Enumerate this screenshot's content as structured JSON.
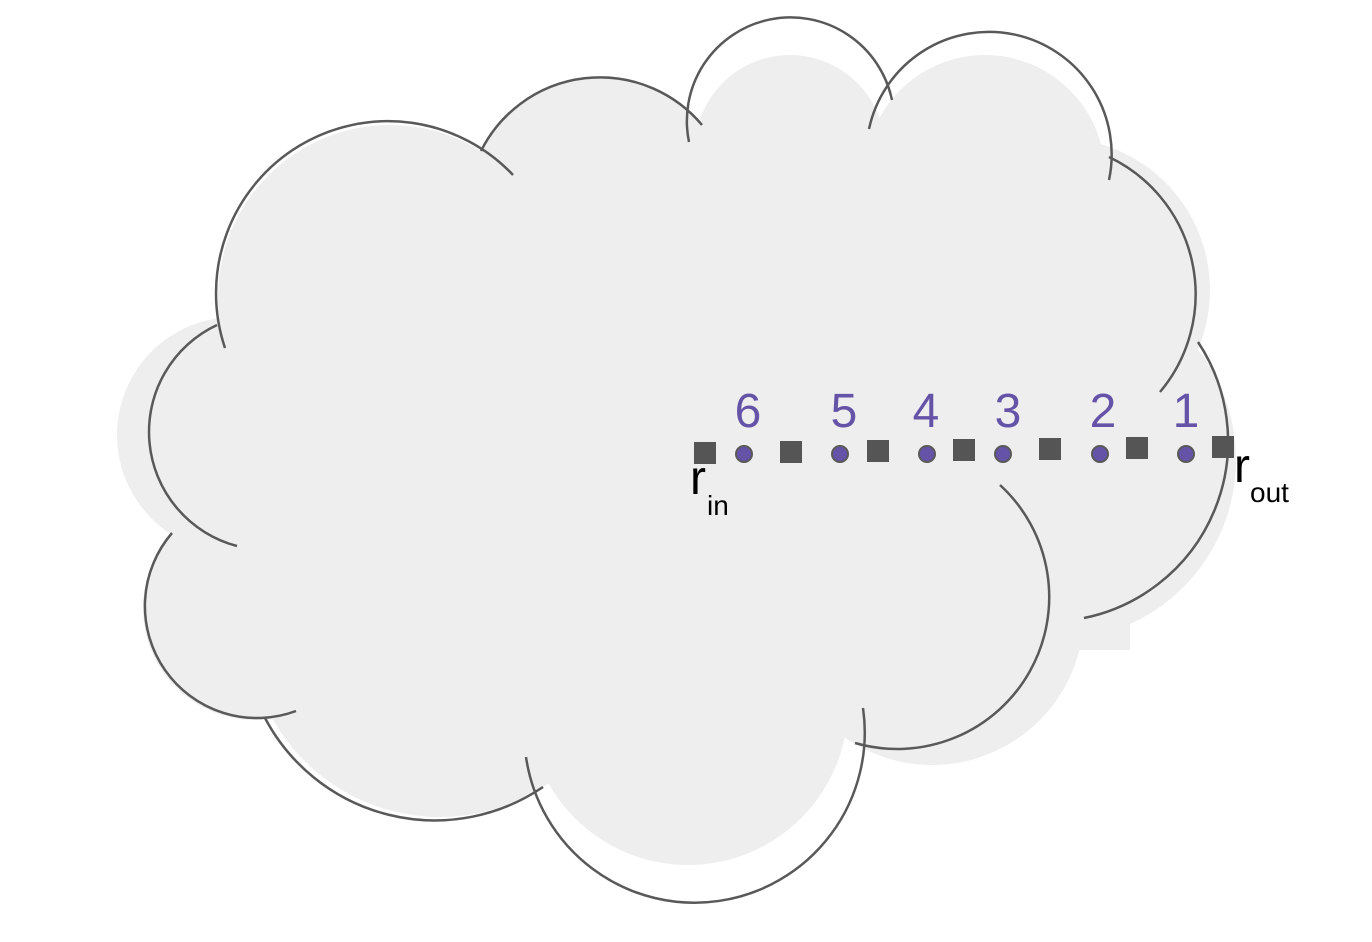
{
  "diagram": {
    "colors": {
      "cloud_fill": "#eeeeee",
      "cloud_outline": "#595959",
      "square_marker": "#555555",
      "point_fill": "#6553a8",
      "point_stroke": "#595959",
      "point_label": "#6553a8"
    },
    "points": [
      {
        "label": "6"
      },
      {
        "label": "5"
      },
      {
        "label": "4"
      },
      {
        "label": "3"
      },
      {
        "label": "2"
      },
      {
        "label": "1"
      }
    ],
    "r_in": {
      "base": "r",
      "sub": "in"
    },
    "r_out": {
      "base": "r",
      "sub": "out"
    }
  }
}
